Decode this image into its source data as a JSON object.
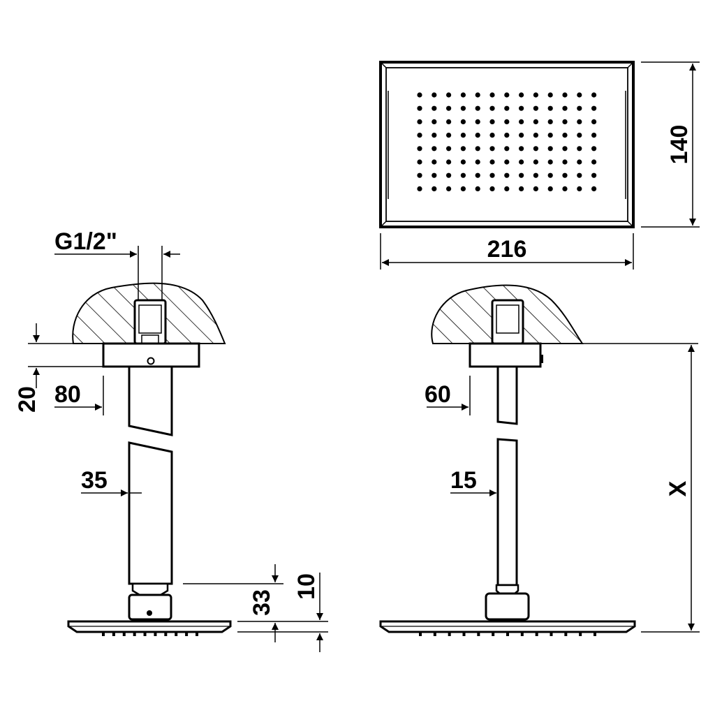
{
  "colors": {
    "line": "#000000",
    "background": "#ffffff"
  },
  "dimensions": {
    "thread": "G1/2\"",
    "width": "216",
    "depth": "140",
    "left_flange_height": "20",
    "left_flange_width": "80",
    "left_arm_width": "35",
    "connector_height": "33",
    "head_thickness": "10",
    "right_flange_width": "60",
    "right_arm_width": "15",
    "arm_length": "X"
  }
}
